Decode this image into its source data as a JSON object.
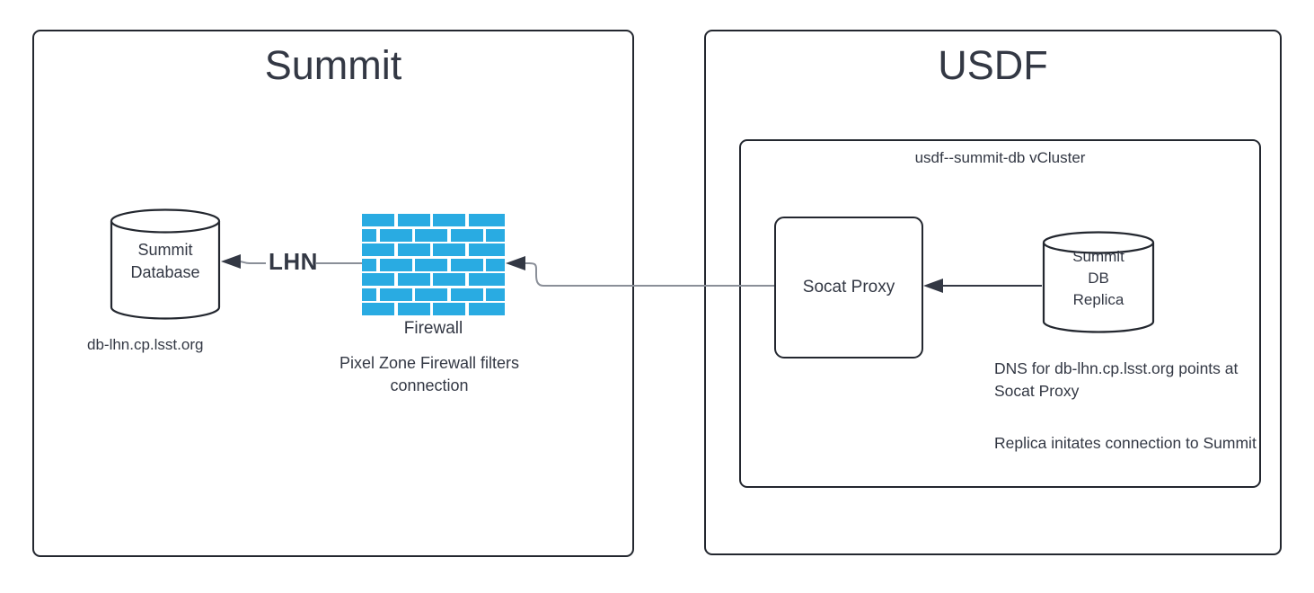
{
  "diagram": {
    "title_summit": "Summit",
    "title_usdf": "USDF",
    "vcluster_title": "usdf--summit-db vCluster",
    "accent_blue": "#29abe2",
    "line_color": "#23272f",
    "text_color": "#333844"
  },
  "summit": {
    "database": {
      "label_line1": "Summit",
      "label_line2": "Database",
      "hostname_note": "db-lhn.cp.lsst.org"
    },
    "firewall": {
      "caption": "Firewall",
      "note": "Pixel Zone Firewall filters connection",
      "brick_rows": 7,
      "color": "#29abe2"
    },
    "link_label": "LHN"
  },
  "usdf": {
    "socat_proxy": {
      "label": "Socat Proxy"
    },
    "replica": {
      "label_line1": "Summit",
      "label_line2": "DB",
      "label_line3": "Replica"
    },
    "notes": {
      "dns": "DNS for db-lhn.cp.lsst.org points at Socat Proxy",
      "connection": "Replica initates connection to Summit"
    }
  }
}
